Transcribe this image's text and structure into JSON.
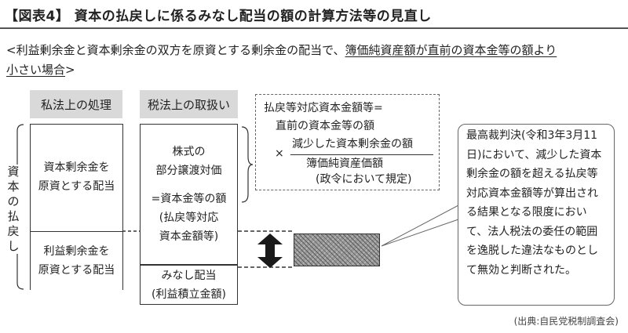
{
  "title": "【図表4】 資本の払戻しに係るみなし配当の額の計算方法等の見直し",
  "subtitle": {
    "line1_plain": "<利益剰余金と資本剰余金の双方を原資とする剰余金の配当で、",
    "line1_underlined": "簿価純資産額が直前の資本金等の額より",
    "line2_underlined": "小さい場合",
    "line2_plain": ">"
  },
  "headers": {
    "private_law": "私法上の処理",
    "tax_law": "税法上の取扱い"
  },
  "vertical_label": [
    "資",
    "本",
    "の",
    "払",
    "戻",
    "し"
  ],
  "private_law": {
    "capital_surplus": [
      "資本剰余金を",
      "原資とする配当"
    ],
    "retained_earnings": [
      "利益剰余金を",
      "原資とする配当"
    ]
  },
  "tax_law": {
    "stock_transfer": [
      "株式の",
      "部分譲渡対価"
    ],
    "capital_amount": [
      "=資本金等の額",
      "(払戻等対応",
      "資本金額等)"
    ],
    "deemed_dividend": [
      "みなし配当",
      "(利益積立金額)"
    ]
  },
  "formula": {
    "line1": "払戻等対応資本金額等=",
    "line2": "直前の資本金等の額",
    "times": "×",
    "numerator": "減少した資本剰余金の額",
    "denominator": "簿価純資産価額",
    "note": "(政令において規定)"
  },
  "callout": {
    "text": "最高裁判決(令和3年3月11日)において、減少した資本剰余金の額を超える払戻等対応資本金額等が算出される結果となる限度において、法人税法の委任の範囲を逸脱した違法なものとして無効と判断された。"
  },
  "source": "(出典:自民党税制調査会)",
  "colors": {
    "header_fill": "#d9d9d9",
    "hatch_fill": "#9a9a9a",
    "arrow": "#1a1a1a"
  }
}
